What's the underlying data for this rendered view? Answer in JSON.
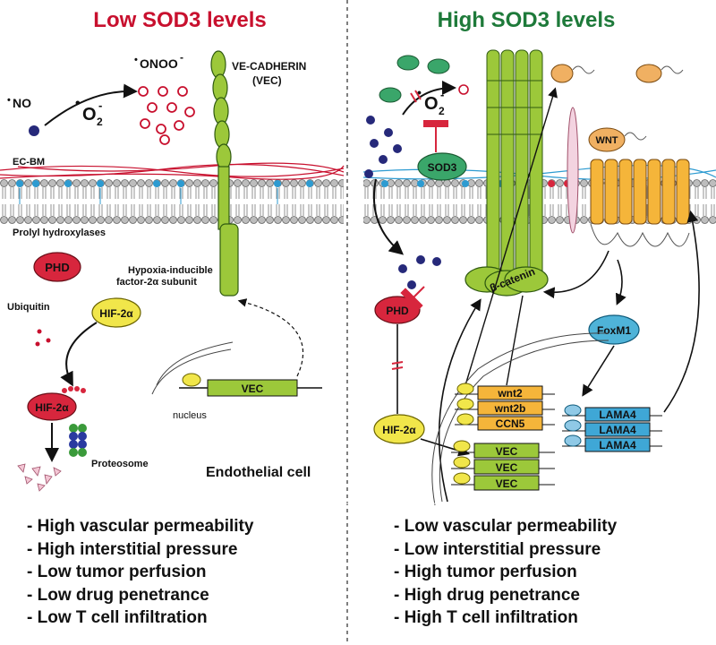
{
  "left": {
    "title": "Low SOD3 levels",
    "title_color": "#c8102e",
    "labels": {
      "no": "NO",
      "no_dot": "•",
      "superoxide": "O",
      "superoxide_dot": "•",
      "superoxide_sub": "2",
      "superoxide_sup": "-",
      "peroxynitrite": "ONOO",
      "peroxynitrite_dot": "•",
      "peroxynitrite_sup": "-",
      "ve_cadherin": "VE-CADHERIN",
      "vec_abbrev": "(VEC)",
      "ec_bm": "EC-BM",
      "prolyl_hydroxylases": "Prolyl hydroxylases",
      "phd": "PHD",
      "hif_line1": "Hypoxia-inducible",
      "hif_line2": "factor-2α subunit",
      "hif": "HIF-2α",
      "ubiquitin": "Ubiquitin",
      "hif_ub": "HIF-2α",
      "proteosome": "Proteosome",
      "vec_gene": "VEC",
      "nucleus": "nucleus",
      "endothelial_cell": "Endothelial cell"
    },
    "bullets": [
      "- High vascular permeability",
      "- High interstitial pressure",
      "- Low tumor perfusion",
      "- Low drug penetrance",
      "- Low T cell infiltration"
    ]
  },
  "right": {
    "title": "High SOD3 levels",
    "title_color": "#1e7a3a",
    "labels": {
      "superoxide": "O",
      "superoxide_dot": "•",
      "superoxide_sub": "2",
      "superoxide_sup": "-",
      "sod3": "SOD3",
      "wnt": "WNT",
      "phd": "PHD",
      "beta_catenin": "β-catenin",
      "foxm1": "FoxM1",
      "hif": "HIF-2α",
      "genes_yellow": [
        "wnt2",
        "wnt2b",
        "CCN5"
      ],
      "genes_green": [
        "VEC",
        "VEC",
        "VEC"
      ],
      "genes_blue": [
        "LAMA4",
        "LAMA4",
        "LAMA4"
      ]
    },
    "bullets": [
      "- Low vascular permeability",
      "- Low interstitial pressure",
      "- High tumor perfusion",
      "- High drug penetrance",
      "- High T cell infiltration"
    ]
  },
  "colors": {
    "vec_green": "#9cc83a",
    "phd_red": "#d7263d",
    "hif_yellow": "#f1e64a",
    "sod3_green": "#3aa66a",
    "wnt_orange": "#f0b062",
    "lama_blue": "#3fa7d6",
    "gene_orange": "#f5b53a",
    "no_navy": "#26297a"
  }
}
